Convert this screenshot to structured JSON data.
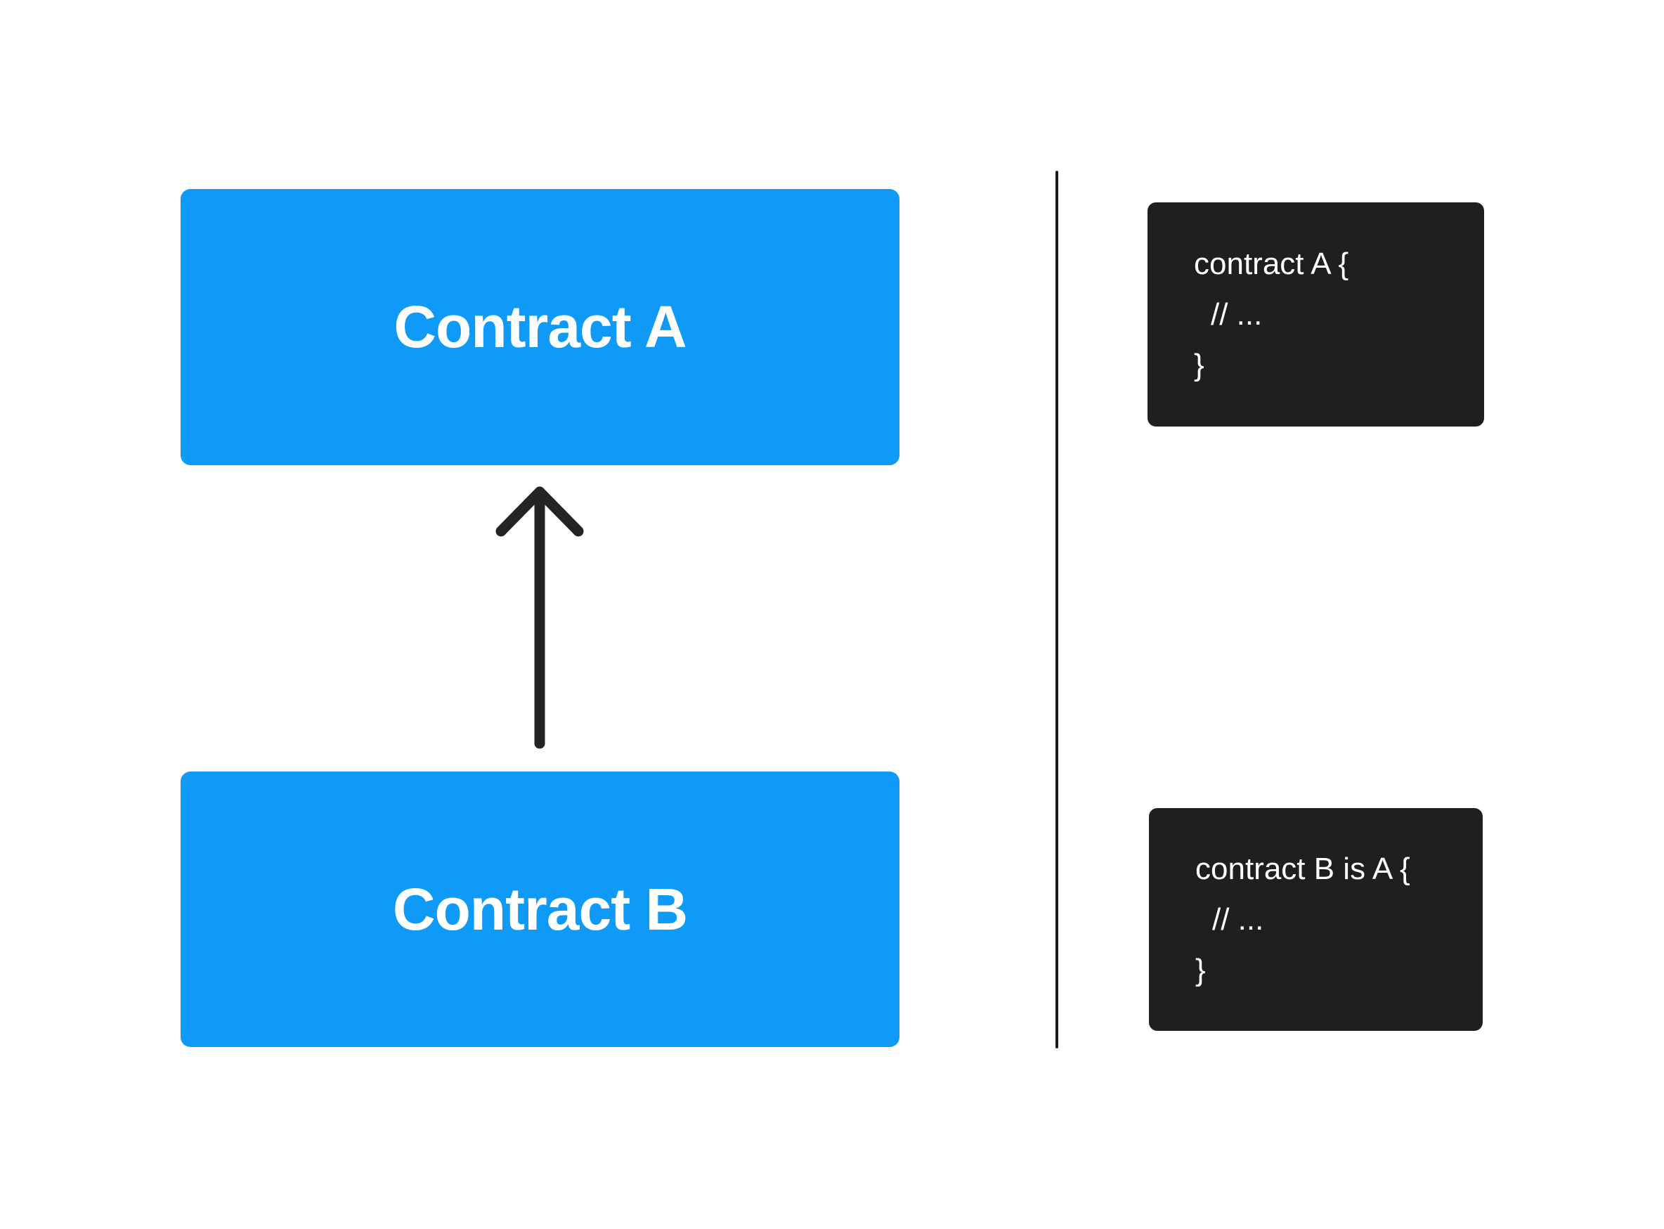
{
  "diagram": {
    "nodes": [
      {
        "label": "Contract A"
      },
      {
        "label": "Contract B"
      }
    ],
    "arrow": {
      "from_label": "Contract B",
      "to_label": "Contract A",
      "direction": "up"
    }
  },
  "code_snippets": [
    {
      "lines": [
        "contract A {",
        "// ...",
        "}"
      ]
    },
    {
      "lines": [
        "contract B is A {",
        "// ...",
        "}"
      ]
    }
  ],
  "colors": {
    "node_fill": "#0E9AF6",
    "node_text": "#FFFFFF",
    "code_bg": "#1E1F20",
    "code_text": "#FFFFFF",
    "arrow": "#222426",
    "divider": "#1A1B1D",
    "background": "#FFFFFF"
  }
}
